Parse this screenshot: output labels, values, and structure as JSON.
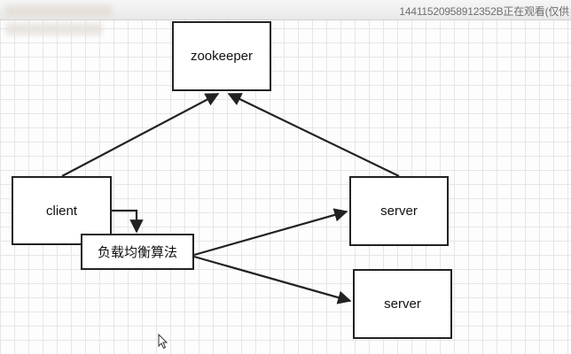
{
  "watermark": "14411520958912352B正在观看(仅供",
  "nodes": {
    "zookeeper": "zookeeper",
    "client": "client",
    "load_balancer": "负载均衡算法",
    "server_1": "server",
    "server_2": "server"
  },
  "colors": {
    "stroke": "#222222",
    "grid": "#e6e6e6",
    "background": "#fdfdfd"
  },
  "icons": [
    "arrow-pointer-icon"
  ]
}
